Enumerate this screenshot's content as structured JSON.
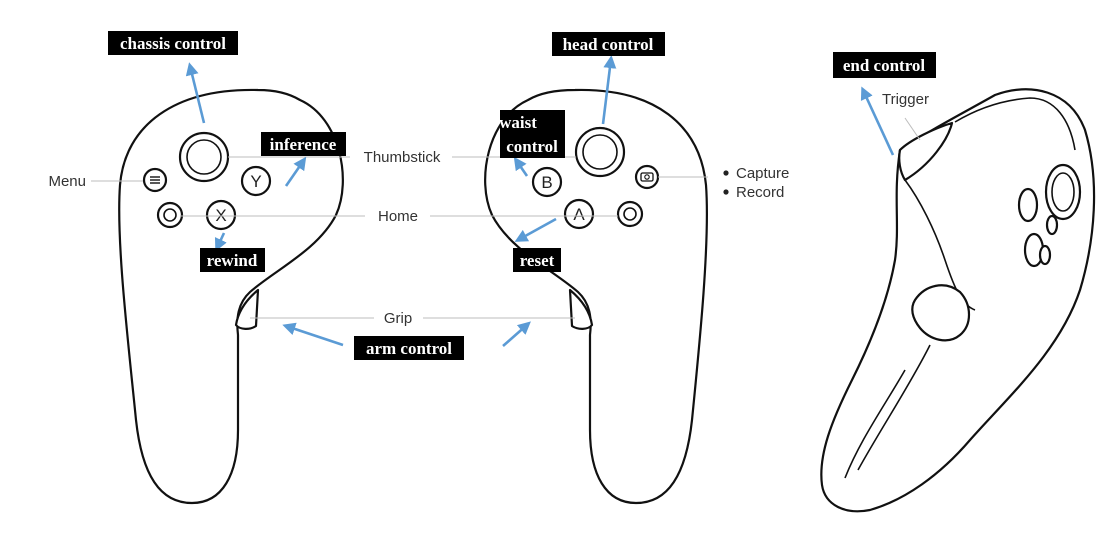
{
  "labels": {
    "menu": "Menu",
    "thumbstick": "Thumbstick",
    "home": "Home",
    "grip": "Grip",
    "trigger": "Trigger",
    "capture": "Capture",
    "record": "Record"
  },
  "buttons": {
    "y": "Y",
    "x": "X",
    "b": "B",
    "a": "A"
  },
  "annotations": {
    "chassis_control": "chassis control",
    "inference": "inference",
    "rewind": "rewind",
    "head_control": "head control",
    "waist_control_line1": "waist",
    "waist_control_line2": "control",
    "reset": "reset",
    "arm_control": "arm control",
    "end_control": "end control"
  },
  "colors": {
    "annotation_bg": "#000000",
    "annotation_text": "#ffffff",
    "arrow": "#5b9bd5",
    "outline": "#111111"
  }
}
